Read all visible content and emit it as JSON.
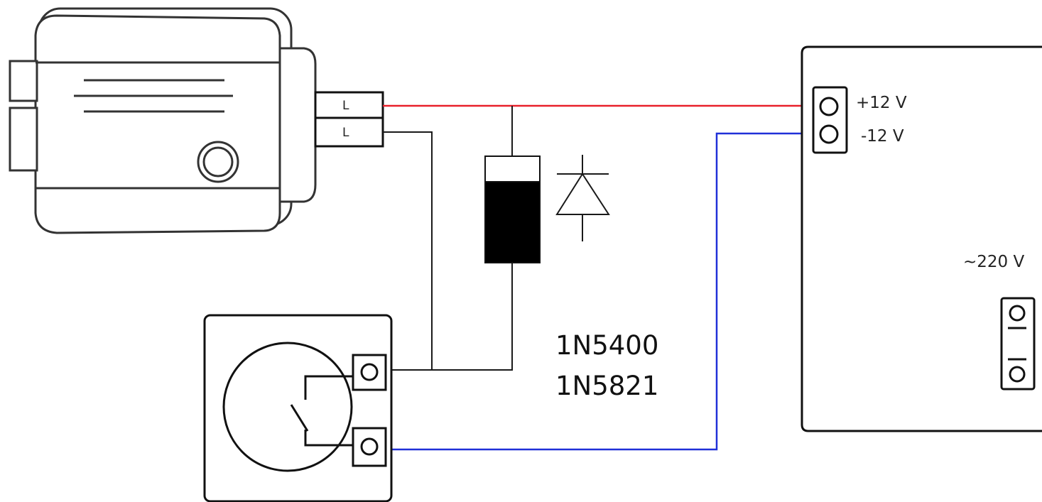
{
  "lock": {
    "terminal_top_label": "L",
    "terminal_bottom_label": "L"
  },
  "diode": {
    "part_numbers": [
      "1N5400",
      "1N5821"
    ]
  },
  "power_supply": {
    "plus_label": "+12 V",
    "minus_label": "-12 V",
    "mains_label": "~220 V"
  },
  "colors": {
    "positive_wire": "#e8202a",
    "negative_wire": "#2030d8",
    "signal_wire": "#1a1a1a",
    "outline": "#222222",
    "body_fill": "#ffffff",
    "diode_body": "#000000"
  }
}
